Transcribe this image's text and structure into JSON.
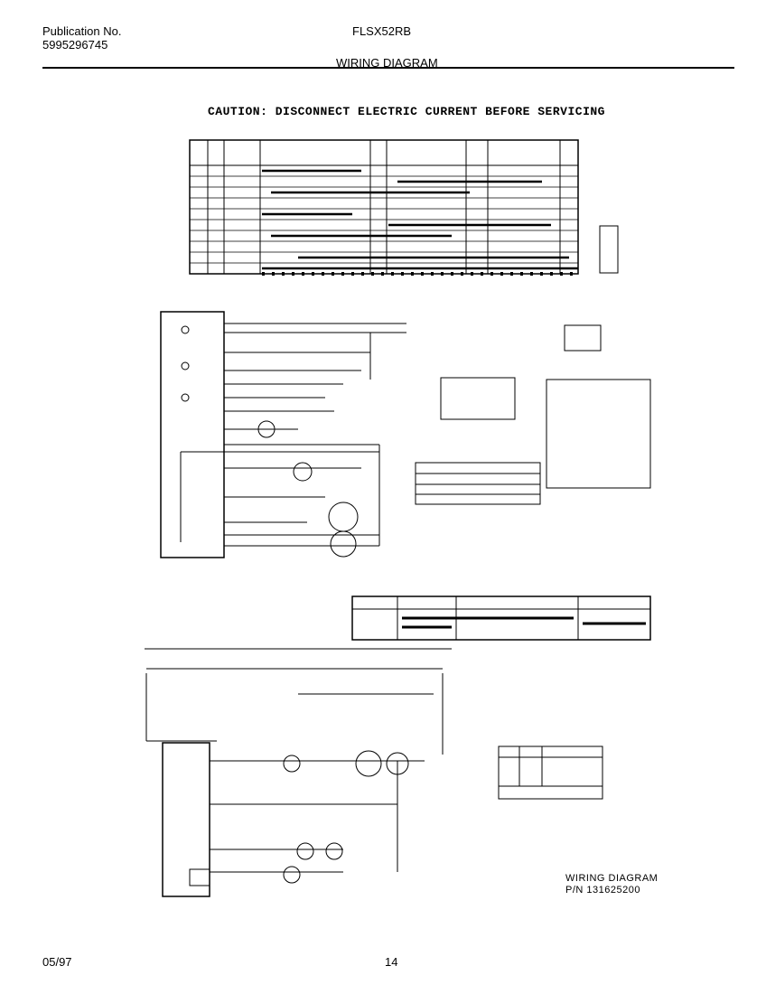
{
  "header": {
    "publication_label": "Publication No.",
    "publication_number": "5995296745",
    "model": "FLSX52RB",
    "section_title": "WIRING DIAGRAM"
  },
  "diagram": {
    "caution": "CAUTION: DISCONNECT ELECTRIC CURRENT BEFORE SERVICING",
    "title": "WIRING DIAGRAM",
    "part_number": "P/N 131625200"
  },
  "footer": {
    "date": "05/97",
    "page": "14"
  }
}
